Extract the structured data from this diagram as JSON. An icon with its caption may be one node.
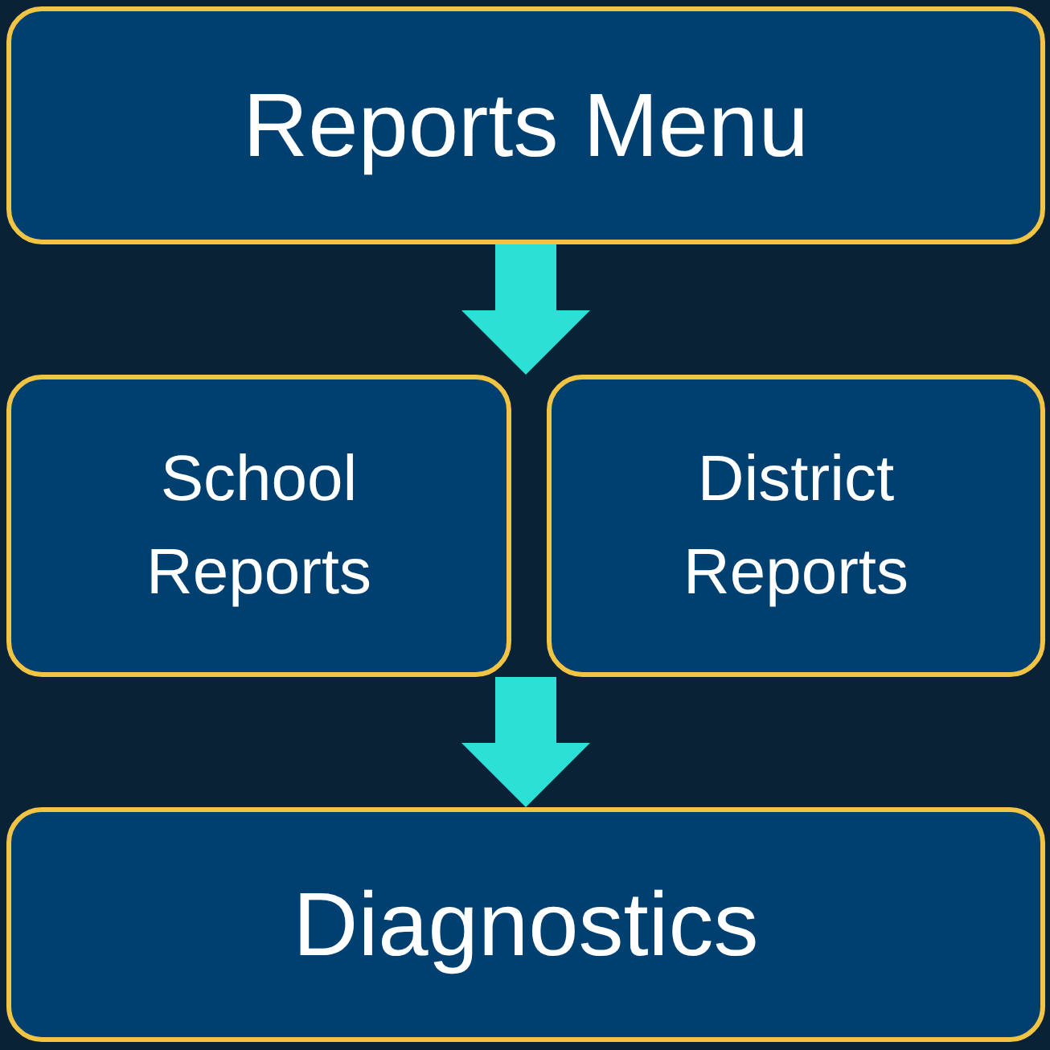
{
  "diagram": {
    "nodes": [
      {
        "text": [
          "Reports Menu"
        ]
      },
      {
        "text": [
          "School Reports"
        ]
      },
      {
        "text": [
          "District Reports"
        ]
      },
      {
        "text": [
          "Diagnostics"
        ]
      }
    ],
    "edges": [
      {
        "from": 0,
        "to": 1,
        "arrow": "to",
        "style": "thick"
      },
      {
        "from": 0,
        "to": 2,
        "arrow": "to",
        "style": "thick"
      },
      {
        "from": 1,
        "to": 3,
        "arrow": "to",
        "style": "thick"
      },
      {
        "from": 2,
        "to": 3,
        "arrow": "to",
        "style": "thick"
      }
    ]
  }
}
